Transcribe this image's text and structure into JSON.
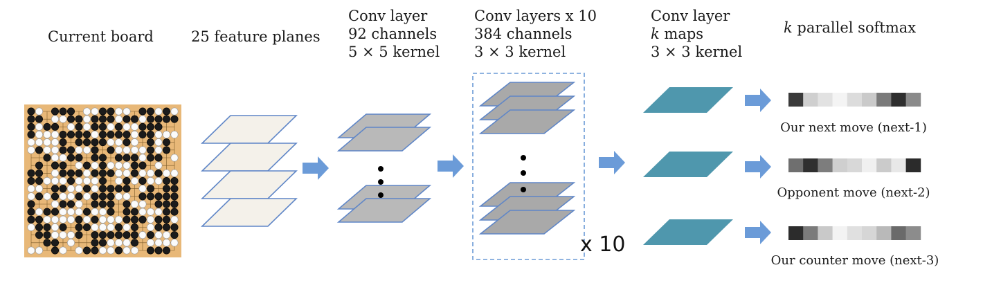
{
  "headers": {
    "board": "Current board",
    "features": "25 feature planes",
    "conv1": [
      "Conv layer",
      "92 channels",
      "5 × 5 kernel"
    ],
    "conv10": [
      "Conv layers x 10",
      "384 channels",
      "3 × 3 kernel"
    ],
    "conv_k": {
      "line1": "Conv layer",
      "k": "k",
      "maps": " maps",
      "line3": "3 × 3 kernel"
    },
    "softmax": {
      "k": "k",
      "rest": " parallel softmax"
    }
  },
  "repeat_label": "x 10",
  "outputs": [
    {
      "caption": "Our next move (next-1)",
      "cells": [
        "#3a3a3a",
        "#cfcfcf",
        "#e2e2e2",
        "#f4f4f4",
        "#dcdcdc",
        "#cacaca",
        "#7a7a7a",
        "#2e2e2e",
        "#8a8a8a"
      ]
    },
    {
      "caption": "Opponent move (next-2)",
      "cells": [
        "#6f6f6f",
        "#2f2f2f",
        "#7d7d7d",
        "#cfcfcf",
        "#d8d8d8",
        "#f0f0f0",
        "#cbcbcb",
        "#e8e8e8",
        "#2b2b2b"
      ]
    },
    {
      "caption": "Our counter move (next-3)",
      "cells": [
        "#2c2c2c",
        "#7b7b7b",
        "#c9c9c9",
        "#f3f3f3",
        "#e0e0e0",
        "#d6d6d6",
        "#b9b9b9",
        "#6a6a6a",
        "#8c8c8c"
      ]
    }
  ],
  "colors": {
    "feature_plane": "#f4f1ea",
    "conv_plane": "#b9b9b9",
    "conv_plane_dark": "#a9a9a9",
    "plane_stroke": "#5f86c7",
    "teal_map": "#4f97ad",
    "arrow": "#6b9bd8",
    "board": "#e8b878",
    "dashed_box": "#6a9ad6"
  },
  "icons": [
    "go-board-icon",
    "right-arrow-icon"
  ]
}
